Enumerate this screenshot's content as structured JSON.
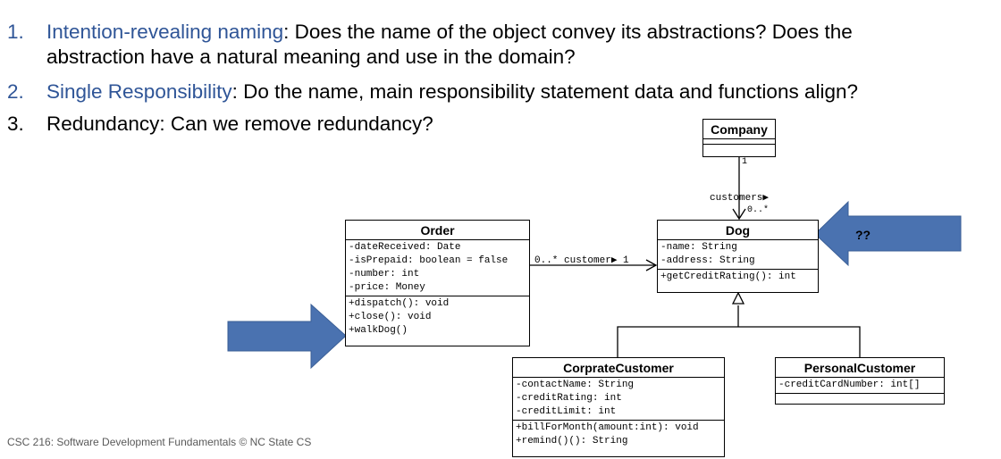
{
  "list": [
    {
      "num": "1.",
      "lead": "Intention-revealing naming",
      "rest": ":  Does the name of the object convey its abstractions?  Does the",
      "cont": "abstraction have a natural meaning and use in the domain?"
    },
    {
      "num": "2.",
      "lead": "Single Responsibility",
      "rest": ":  Do the name, main responsibility statement data and functions align?"
    },
    {
      "num": "3.",
      "lead": "",
      "rest": "Redundancy: Can we remove redundancy?"
    }
  ],
  "classes": {
    "company": {
      "name": "Company"
    },
    "order": {
      "name": "Order",
      "attributes": [
        "-dateReceived: Date",
        "-isPrepaid: boolean = false",
        "-number: int",
        "-price: Money"
      ],
      "operations": [
        "+dispatch(): void",
        "+close(): void",
        "+walkDog()"
      ]
    },
    "dog": {
      "name": "Dog",
      "attributes": [
        "-name: String",
        "-address: String"
      ],
      "operations": [
        "+getCreditRating(): int"
      ]
    },
    "corporate": {
      "name": "CorprateCustomer",
      "attributes": [
        "-contactName: String",
        "-creditRating: int",
        "-creditLimit: int"
      ],
      "operations": [
        "+billForMonth(amount:int): void",
        "+remind()(): String"
      ]
    },
    "personal": {
      "name": "PersonalCustomer",
      "attributes": [
        "-creditCardNumber: int[]"
      ]
    }
  },
  "associations": {
    "company_mult": "1",
    "customers_label": "customers▶",
    "dog_mult": "0..*",
    "order_mult": "0..* customer▶ 1"
  },
  "callout": {
    "text": "??"
  },
  "footer": "CSC 216: Software Development Fundamentals © NC State CS",
  "colors": {
    "blue": "#2f5597",
    "arrow": "#4a72b0"
  }
}
